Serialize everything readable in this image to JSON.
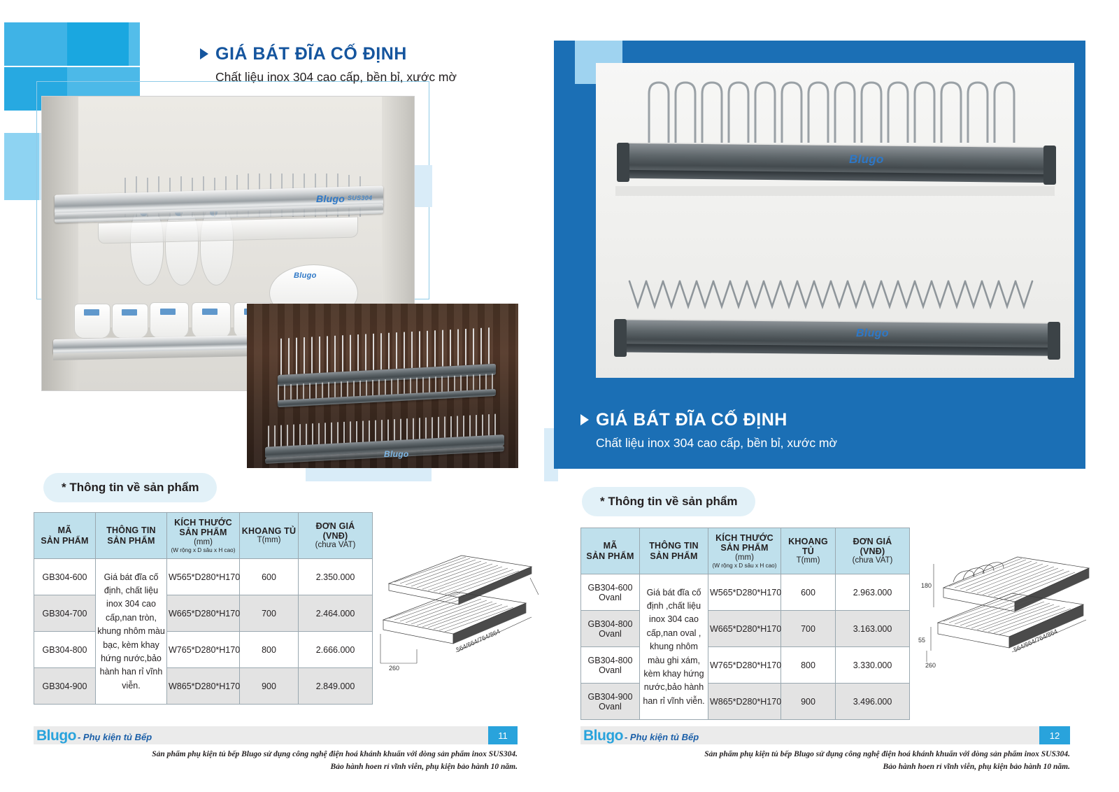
{
  "document": {
    "type": "product-catalog-spread",
    "brand": "Blugo",
    "brand_tagline": "Phụ kiện tủ Bếp"
  },
  "colors": {
    "brand_blue": "#29a3dc",
    "deep_blue": "#1b6fb5",
    "heading_blue": "#15559e",
    "table_header": "#bfe0ec",
    "row_alt": "#e3e3e3",
    "pill_bg": "#e2f1f8"
  },
  "left_page": {
    "heading": {
      "title": "GIÁ BÁT ĐĨA CỐ ĐỊNH",
      "subtitle": "Chất liệu inox 304 cao cấp, bền bỉ, xước mờ"
    },
    "pill": "* Thông tin về sản phẩm",
    "photo_brand_main": "Blugo",
    "photo_brand_sub": "SUS304",
    "photo_brand_plate": "Blugo",
    "photo_brand_wood": "Blugo",
    "table": {
      "headers": [
        {
          "main": "MÃ\nSẢN PHẨM",
          "line1": "MÃ",
          "line2": "SẢN PHẨM",
          "sub": "",
          "tiny": ""
        },
        {
          "main": "THÔNG TIN\nSẢN PHẨM",
          "line1": "THÔNG TIN",
          "line2": "SẢN PHẨM",
          "sub": "",
          "tiny": ""
        },
        {
          "main": "KÍCH THƯỚC\nSẢN PHẨM",
          "line1": "KÍCH THƯỚC",
          "line2": "SẢN PHẨM",
          "sub": "(mm)",
          "tiny": "(W rộng x D sâu x H cao)"
        },
        {
          "main": "KHOANG TỦ",
          "line1": "KHOANG TỦ",
          "line2": "",
          "sub": "T(mm)",
          "tiny": ""
        },
        {
          "main": "ĐƠN GIÁ",
          "line1": "ĐƠN GIÁ",
          "line2": "(VNĐ)",
          "sub": "(chưa VAT)",
          "tiny": ""
        }
      ],
      "description": "Giá bát đĩa cố định, chất liệu inox 304 cao cấp,nan tròn, khung nhôm màu bạc, kèm khay hứng nước,bảo hành han rỉ vĩnh viễn.",
      "rows": [
        {
          "code": "GB304-600",
          "size": "W565*D280*H170",
          "cabinet": "600",
          "price": "2.350.000"
        },
        {
          "code": "GB304-700",
          "size": "W665*D280*H170",
          "cabinet": "700",
          "price": "2.464.000"
        },
        {
          "code": "GB304-800",
          "size": "W765*D280*H170",
          "cabinet": "800",
          "price": "2.666.000"
        },
        {
          "code": "GB304-900",
          "size": "W865*D280*H170",
          "cabinet": "900",
          "price": "2.849.000"
        }
      ]
    },
    "drawing": {
      "length_label": "564/664/764/864",
      "depth_label": "260"
    },
    "footer": {
      "logo_main": "Blugo",
      "logo_sub": "- Phụ kiện tủ Bếp",
      "page": "11",
      "note_line1": "Sản phẩm phụ kiện tủ bếp Blugo sử dụng công nghệ điện hoá khánh khuẩn với dòng sản phẩm inox SUS304.",
      "note_line2": "Bảo hành hoen rỉ vĩnh viễn, phụ kiện bảo hành 10 năm."
    }
  },
  "right_page": {
    "heading": {
      "title": "GIÁ BÁT ĐĨA CỐ ĐỊNH",
      "subtitle": "Chất liệu inox 304 cao cấp, bền bỉ, xước mờ"
    },
    "pill": "* Thông tin về sản phẩm",
    "photo_brand_top": "Blugo",
    "photo_brand_bottom": "Blugo",
    "table": {
      "headers": [
        {
          "line1": "MÃ",
          "line2": "SẢN PHẨM",
          "sub": "",
          "tiny": ""
        },
        {
          "line1": "THÔNG TIN",
          "line2": "SẢN PHẨM",
          "sub": "",
          "tiny": ""
        },
        {
          "line1": "KÍCH THƯỚC",
          "line2": "SẢN PHẨM",
          "sub": "(mm)",
          "tiny": "(W rộng x D sâu x H cao)"
        },
        {
          "line1": "KHOANG TỦ",
          "line2": "",
          "sub": "T(mm)",
          "tiny": ""
        },
        {
          "line1": "ĐƠN GIÁ",
          "line2": "(VNĐ)",
          "sub": "(chưa VAT)",
          "tiny": ""
        }
      ],
      "description": "Giá bát đĩa cố định ,chất liệu inox 304 cao cấp,nan oval , khung nhôm màu ghi xám, kèm khay hứng nước,bảo hành han rỉ vĩnh viễn.",
      "rows": [
        {
          "code_line1": "GB304-600",
          "code_line2": "Ovanl",
          "size": "W565*D280*H170",
          "cabinet": "600",
          "price": "2.963.000"
        },
        {
          "code_line1": "GB304-800",
          "code_line2": "Ovanl",
          "size": "W665*D280*H170",
          "cabinet": "700",
          "price": "3.163.000"
        },
        {
          "code_line1": "GB304-800",
          "code_line2": "Ovanl",
          "size": "W765*D280*H170",
          "cabinet": "800",
          "price": "3.330.000"
        },
        {
          "code_line1": "GB304-900",
          "code_line2": "Ovanl",
          "size": "W865*D280*H170",
          "cabinet": "900",
          "price": "3.496.000"
        }
      ]
    },
    "drawing": {
      "length_label": "564/664/764/864",
      "depth_label": "260",
      "height_label": "180",
      "height_label2": "55"
    },
    "footer": {
      "logo_main": "Blugo",
      "logo_sub": "- Phụ kiện tủ Bếp",
      "page": "12",
      "note_line1": "Sản phẩm phụ kiện tủ bếp Blugo sử dụng công nghệ điện hoá khánh khuẩn với dòng sản phẩm inox SUS304.",
      "note_line2": "Bảo hành hoen rỉ vĩnh viễn, phụ kiện bảo hành 10 năm."
    }
  }
}
